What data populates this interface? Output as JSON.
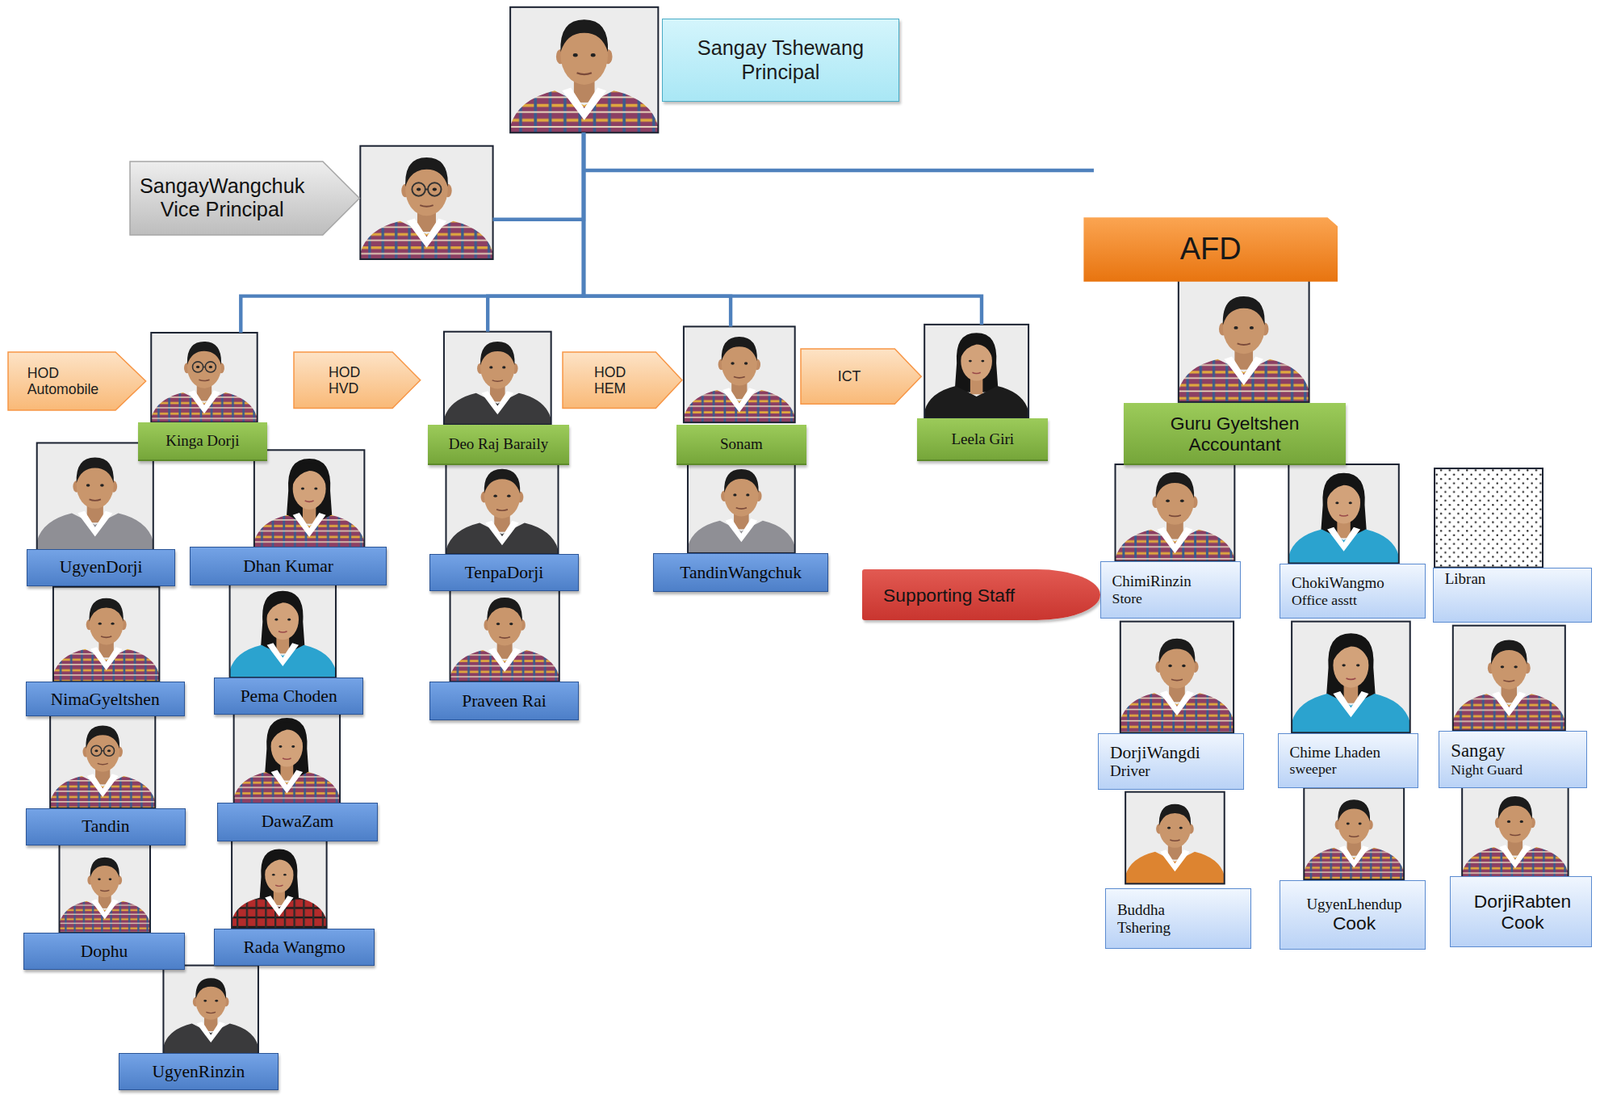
{
  "diagram": {
    "nodes": [
      {
        "text": [
          "Sangay Tshewang",
          "Principal"
        ]
      },
      {
        "text": [
          "SangayWangchuk",
          "Vice Principal"
        ]
      },
      {
        "text": [
          "HOD Automobile"
        ]
      },
      {
        "text": [
          "Kinga Dorji"
        ]
      },
      {
        "text": [
          "HOD HVD"
        ]
      },
      {
        "text": [
          "Deo Raj Baraily"
        ]
      },
      {
        "text": [
          "HOD HEM"
        ]
      },
      {
        "text": [
          "Sonam"
        ]
      },
      {
        "text": [
          "ICT"
        ]
      },
      {
        "text": [
          "Leela Giri"
        ]
      },
      {
        "text": [
          "AFD"
        ]
      },
      {
        "text": [
          "Guru Gyeltshen",
          "Accountant"
        ]
      },
      {
        "text": [
          "UgyenDorji"
        ]
      },
      {
        "text": [
          "Dhan Kumar"
        ]
      },
      {
        "text": [
          "TenpaDorji"
        ]
      },
      {
        "text": [
          "TandinWangchuk"
        ]
      },
      {
        "text": [
          "Supporting Staff"
        ]
      },
      {
        "text": [
          "ChimiRinzin",
          "Store"
        ]
      },
      {
        "text": [
          "ChokiWangmo",
          "Office asstt"
        ]
      },
      {
        "text": [
          "Libran"
        ]
      },
      {
        "text": [
          "NimaGyeltshen"
        ]
      },
      {
        "text": [
          "Pema Choden"
        ]
      },
      {
        "text": [
          "Praveen Rai"
        ]
      },
      {
        "text": [
          "DorjiWangdi",
          "Driver"
        ]
      },
      {
        "text": [
          "Chime Lhaden",
          "sweeper"
        ]
      },
      {
        "text": [
          "Sangay",
          "Night Guard"
        ]
      },
      {
        "text": [
          "Tandin"
        ]
      },
      {
        "text": [
          "DawaZam"
        ]
      },
      {
        "text": [
          "Buddha Tshering"
        ]
      },
      {
        "text": [
          "UgyenLhendup",
          "Cook"
        ]
      },
      {
        "text": [
          "DorjiRabten",
          "Cook"
        ]
      },
      {
        "text": [
          "Dophu"
        ]
      },
      {
        "text": [
          "Rada Wangmo"
        ]
      },
      {
        "text": [
          "UgyenRinzin"
        ]
      }
    ],
    "edges": [
      {
        "from": 0,
        "to": 1,
        "arrow": "none"
      },
      {
        "from": 0,
        "to": 3,
        "arrow": "none"
      },
      {
        "from": 0,
        "to": 5,
        "arrow": "none"
      },
      {
        "from": 0,
        "to": 7,
        "arrow": "none"
      },
      {
        "from": 0,
        "to": 9,
        "arrow": "none"
      }
    ]
  }
}
